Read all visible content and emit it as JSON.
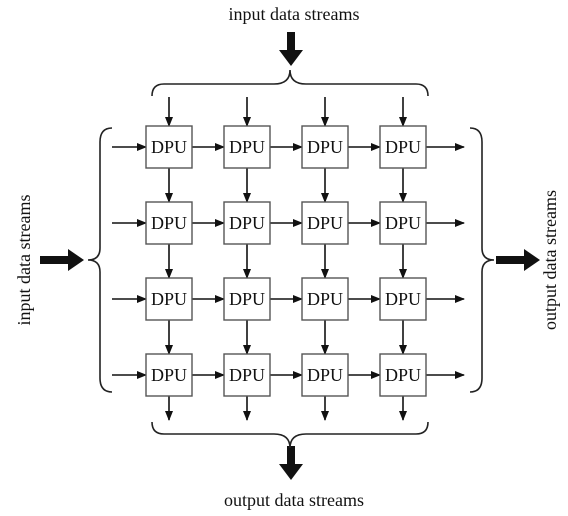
{
  "labels": {
    "top": "input data streams",
    "left": "input data streams",
    "right": "output data streams",
    "bottom": "output data streams"
  },
  "grid": {
    "rows": 4,
    "cols": 4,
    "cell_label": "DPU"
  },
  "colors": {
    "ink": "#111111",
    "cell_border": "#555555",
    "background": "#ffffff"
  }
}
